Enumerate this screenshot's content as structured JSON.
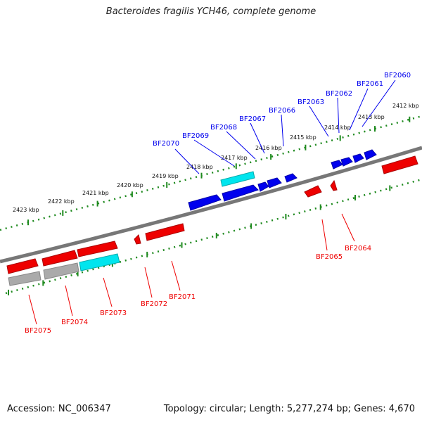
{
  "title": "Bacteroides fragilis YCH46, complete genome",
  "footer": {
    "accession": "Accession: NC_006347",
    "info": "Topology: circular; Length: 5,277,274 bp; Genes: 4,670"
  },
  "colors": {
    "background": "#ffffff",
    "backbone": "#777777",
    "ruler": "#1f8a1f",
    "forward_gene": "#0000ee",
    "reverse_gene": "#ee0000",
    "rna_gene": "#00e5ee",
    "pseudo_gene": "#aaaaaa"
  },
  "scale_labels": [
    "2423 kbp",
    "2422 kbp",
    "2421 kbp",
    "2420 kbp",
    "2419 kbp",
    "2418 kbp",
    "2417 kbp",
    "2416 kbp",
    "2415 kbp",
    "2414 kbp",
    "2413 kbp",
    "2412 kbp"
  ],
  "forward_labels": [
    "BF2070",
    "BF2069",
    "BF2068",
    "BF2067",
    "BF2066",
    "BF2063",
    "BF2062",
    "BF2061",
    "BF2060"
  ],
  "reverse_labels": [
    "BF2075",
    "BF2074",
    "BF2073",
    "BF2072",
    "BF2071",
    "BF2065",
    "BF2064"
  ]
}
